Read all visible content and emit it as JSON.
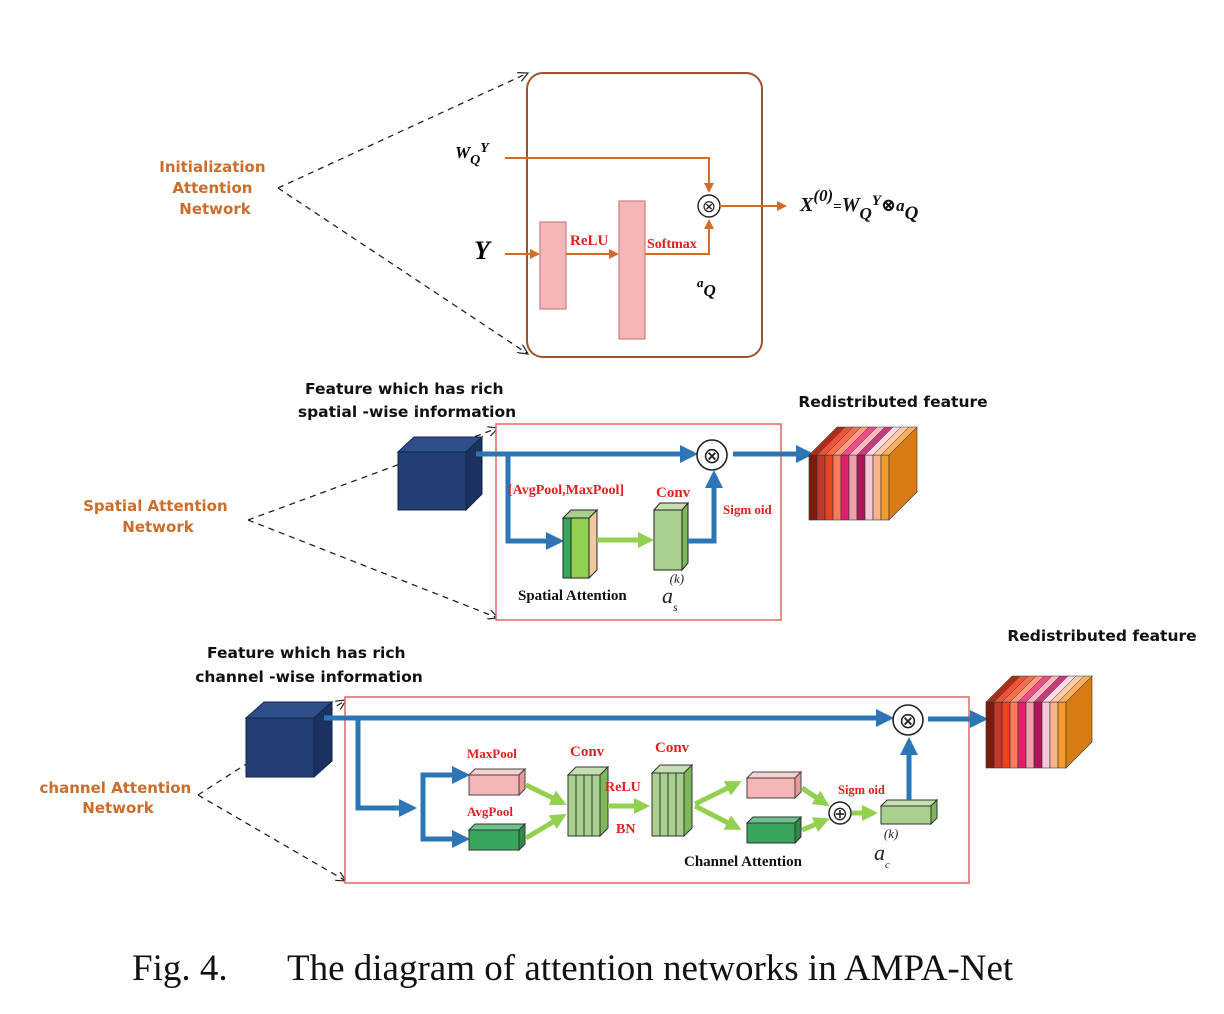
{
  "top": {
    "side_label": [
      "Initialization",
      "Attention",
      "Network"
    ],
    "input_wq_base": "W",
    "input_wq_sub": "Q",
    "input_wq_sup": "Y",
    "input_y": "Y",
    "relu": "ReLU",
    "softmax": "Softmax",
    "aq_base": "a",
    "aq_sub": "Q",
    "otimes": "⊗",
    "out_x": "X",
    "out_sup": "(0)",
    "out_eq": "=",
    "out_w": "W",
    "out_wsub": "Q",
    "out_wsup": "Y",
    "out_otimes": "⊗",
    "out_a": "a",
    "out_asub": "Q"
  },
  "spatial": {
    "side_label": [
      "Spatial Attention",
      "Network"
    ],
    "feature_label": [
      "Feature which  has rich",
      "spatial -wise information"
    ],
    "pool_label": "[AvgPool,MaxPool]",
    "conv_label": "Conv",
    "sigmoid_label": "Sigm oid",
    "module_label": "Spatial  Attention",
    "a_base": "a",
    "a_sub": "s",
    "a_sup": "(k)",
    "otimes": "⊗",
    "output_label": "Redistributed feature"
  },
  "channel": {
    "side_label": [
      "channel Attention",
      "Network"
    ],
    "feature_label": [
      "Feature which  has rich",
      "channel -wise information"
    ],
    "maxpool_label": "MaxPool",
    "avgpool_label": "AvgPool",
    "conv1_label": "Conv",
    "conv2_label": "Conv",
    "relu_label": "ReLU",
    "bn_label": "BN",
    "sigmoid_label": "Sigm oid",
    "module_label": "Channel Attention",
    "a_base": "a",
    "a_sub": "c",
    "a_sup": "(k)",
    "otimes": "⊗",
    "oplus": "⊕",
    "output_label": "Redistributed feature"
  },
  "caption": {
    "fig": "Fig. 4.",
    "text": "The diagram of attention networks in AMPA-Net"
  },
  "colors": {
    "orange_arrow": "#d46b26",
    "blue_arrow": "#2e75b6",
    "green_arrow": "#92d050",
    "red_box": "#e06666",
    "top_box": "#a0522d",
    "pink_fill": "#f4b6b6",
    "navy_cube": "#243f73",
    "light_green": "#a9d08e",
    "dark_green": "#3aa55d"
  }
}
